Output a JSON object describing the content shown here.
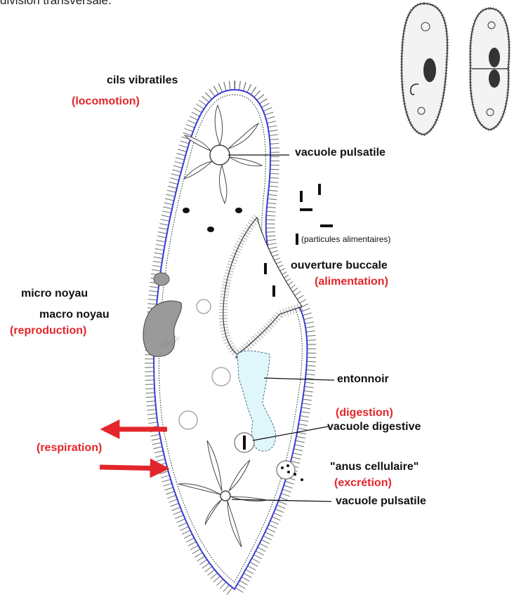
{
  "header": {
    "caption": "division transversale."
  },
  "labels": {
    "cils": "cils vibratiles",
    "locomotion": "(locomotion)",
    "vac_pulsatile_top": "vacuole pulsatile",
    "particules": "(particules alimentaires)",
    "ouverture": "ouverture buccale",
    "alimentation": "(alimentation)",
    "micro": "micro noyau",
    "macro": "macro noyau",
    "reproduction": "(reproduction)",
    "entonnoir": "entonnoir",
    "digestion": "(digestion)",
    "vac_digestive": "vacuole digestive",
    "respiration": "(respiration)",
    "anus": "\"anus cellulaire\"",
    "excretion": "(excrétion)",
    "vac_pulsatile_bottom": "vacuole pulsatile"
  },
  "colors": {
    "accent_red": "#e3262b",
    "membrane_blue": "#3b3bd6",
    "cytopharynx_fill": "#dff6fb",
    "nucleus_gray": "#9a9a9a"
  }
}
